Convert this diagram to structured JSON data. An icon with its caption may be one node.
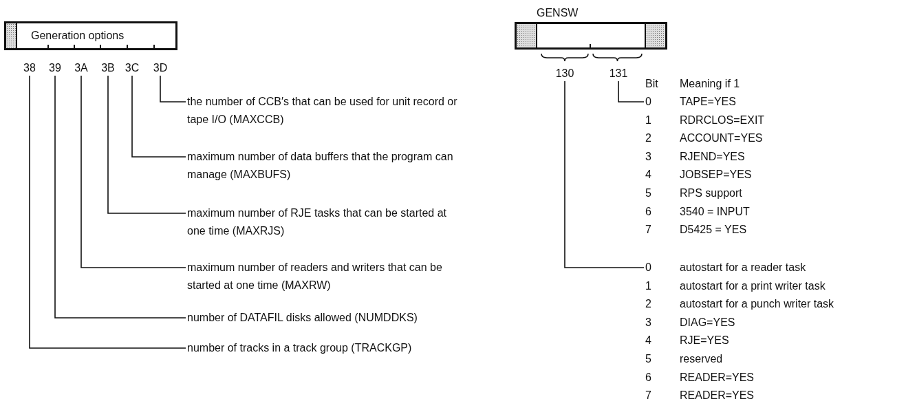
{
  "diagram": {
    "nodes": [
      {
        "text": [
          "Generation options"
        ]
      },
      {
        "text": [
          "38"
        ]
      },
      {
        "text": [
          "39"
        ]
      },
      {
        "text": [
          "3A"
        ]
      },
      {
        "text": [
          "3B"
        ]
      },
      {
        "text": [
          "3C"
        ]
      },
      {
        "text": [
          "3D"
        ]
      },
      {
        "text": [
          "the number of CCB′s that can be used for unit record or tape I/O (MAXCCB)"
        ]
      },
      {
        "text": [
          "maximum number of data buffers that the program can manage (MAXBUFS)"
        ]
      },
      {
        "text": [
          "maximum number of RJE tasks that can be started at one time (MAXRJS)"
        ]
      },
      {
        "text": [
          "maximum number of readers and writers that can be started at one time (MAXRW)"
        ]
      },
      {
        "text": [
          "number of DATAFIL disks allowed (NUMDDKS)"
        ]
      },
      {
        "text": [
          "number of tracks in a track group (TRACKGP)"
        ]
      },
      {
        "text": [
          "GENSW"
        ]
      },
      {
        "text": [
          "130"
        ]
      },
      {
        "text": [
          "131"
        ]
      },
      {
        "text": [
          "0",
          "TAPE=YES"
        ]
      },
      {
        "text": [
          "1",
          "RDRCLOS=EXIT"
        ]
      },
      {
        "text": [
          "2",
          "ACCOUNT=YES"
        ]
      },
      {
        "text": [
          "3",
          "RJEND=YES"
        ]
      },
      {
        "text": [
          "4",
          "JOBSEP=YES"
        ]
      },
      {
        "text": [
          "5",
          "RPS support"
        ]
      },
      {
        "text": [
          "6",
          "3540 = INPUT"
        ]
      },
      {
        "text": [
          "7",
          "D5425 = YES"
        ]
      },
      {
        "text": [
          "0",
          "autostart for a reader task"
        ]
      },
      {
        "text": [
          "1",
          "autostart for a print writer task"
        ]
      },
      {
        "text": [
          "2",
          "autostart for a punch writer task"
        ]
      },
      {
        "text": [
          "3",
          "DIAG=YES"
        ]
      },
      {
        "text": [
          "4",
          "RJE=YES"
        ]
      },
      {
        "text": [
          "5",
          "reserved"
        ]
      },
      {
        "text": [
          "6",
          "READER=YES"
        ]
      },
      {
        "text": [
          "7",
          "READER=YES"
        ]
      }
    ],
    "edges": [
      {
        "from": 6,
        "to": 7,
        "arrow": "none"
      },
      {
        "from": 5,
        "to": 8,
        "arrow": "none"
      },
      {
        "from": 4,
        "to": 9,
        "arrow": "none"
      },
      {
        "from": 3,
        "to": 10,
        "arrow": "none"
      },
      {
        "from": 2,
        "to": 11,
        "arrow": "none"
      },
      {
        "from": 1,
        "to": 12,
        "arrow": "none"
      },
      {
        "from": 15,
        "to": 16,
        "arrow": "none"
      },
      {
        "from": 14,
        "to": 24,
        "arrow": "none"
      }
    ],
    "labels": [
      "Bit",
      "Meaning if 1"
    ]
  }
}
